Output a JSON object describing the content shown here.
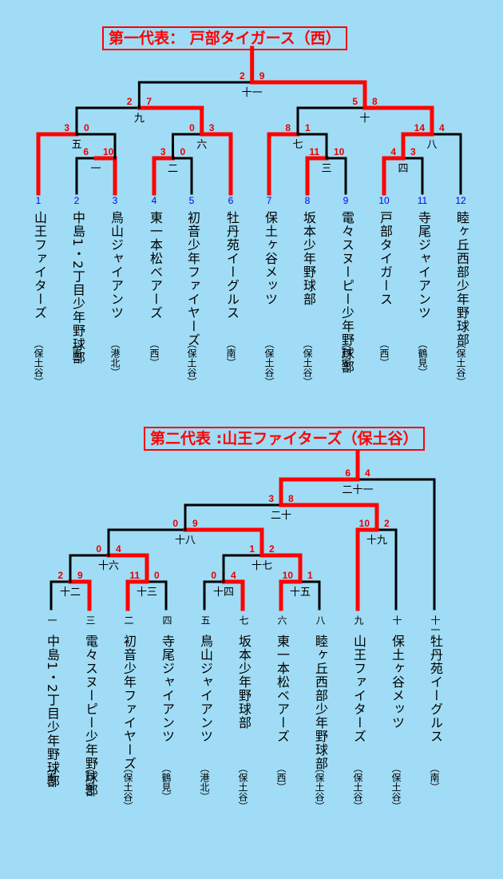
{
  "colors": {
    "background": "#a0dcf5",
    "winner": "#ff0000",
    "line": "#000000",
    "score": "#e60000",
    "number": "#0000ee"
  },
  "section1": {
    "title": "第一代表：  戸部タイガース（西）",
    "teams": [
      {
        "num": "1",
        "name": "山王ファイターズ",
        "district": "（保土谷）"
      },
      {
        "num": "2",
        "name": "中島1・2丁目少年野球部",
        "district": "（南）"
      },
      {
        "num": "3",
        "name": "鳥山ジャイアンツ",
        "district": "（港北）"
      },
      {
        "num": "4",
        "name": "東一本松ベアーズ",
        "district": "（西）"
      },
      {
        "num": "5",
        "name": "初音少年ファイヤーズ",
        "district": "（保土谷）"
      },
      {
        "num": "6",
        "name": "牡丹苑イーグルス",
        "district": "（南）"
      },
      {
        "num": "7",
        "name": "保土ヶ谷メッツ",
        "district": "（保土谷）"
      },
      {
        "num": "8",
        "name": "坂本少年野球部",
        "district": "（保土谷）"
      },
      {
        "num": "9",
        "name": "電々スヌーピー少年野球部",
        "district": "（戸塚）"
      },
      {
        "num": "10",
        "name": "戸部タイガース",
        "district": "（西）"
      },
      {
        "num": "11",
        "name": "寺尾ジャイアンツ",
        "district": "（鶴見）"
      },
      {
        "num": "12",
        "name": "睦ヶ丘西部少年野球部",
        "district": "（保土谷）"
      }
    ],
    "matches": [
      {
        "label": "一",
        "left": "6",
        "right": "10"
      },
      {
        "label": "二",
        "left": "3",
        "right": "0"
      },
      {
        "label": "三",
        "left": "11",
        "right": "10"
      },
      {
        "label": "四",
        "left": "4",
        "right": "3"
      },
      {
        "label": "五",
        "left": "3",
        "right": "0"
      },
      {
        "label": "六",
        "left": "0",
        "right": "3"
      },
      {
        "label": "七",
        "left": "8",
        "right": "1"
      },
      {
        "label": "八",
        "left": "14",
        "right": "4"
      },
      {
        "label": "九",
        "left": "2",
        "right": "7"
      },
      {
        "label": "十",
        "left": "5",
        "right": "8"
      },
      {
        "label": "十一",
        "left": "2",
        "right": "9"
      }
    ]
  },
  "section2": {
    "title": "第二代表 :山王ファイターズ（保土谷）",
    "teams": [
      {
        "seed": "一",
        "name": "中島1・2丁目少年野球部",
        "district": "（南）"
      },
      {
        "seed": "三",
        "name": "電々スヌーピー少年野球部",
        "district": "（戸塚）"
      },
      {
        "seed": "二",
        "name": "初音少年ファイヤーズ",
        "district": "（保土谷）"
      },
      {
        "seed": "四",
        "name": "寺尾ジャイアンツ",
        "district": "（鶴見）"
      },
      {
        "seed": "五",
        "name": "鳥山ジャイアンツ",
        "district": "（港北）"
      },
      {
        "seed": "七",
        "name": "坂本少年野球部",
        "district": "（保土谷）"
      },
      {
        "seed": "六",
        "name": "東一本松ベアーズ",
        "district": "（西）"
      },
      {
        "seed": "八",
        "name": "睦ヶ丘西部少年野球部",
        "district": "（保土谷）"
      },
      {
        "seed": "九",
        "name": "山王ファイターズ",
        "district": "（保土谷）"
      },
      {
        "seed": "十",
        "name": "保土ヶ谷メッツ",
        "district": "（保土谷）"
      },
      {
        "seed": "十一",
        "name": "牡丹苑イーグルス",
        "district": "（南）"
      }
    ],
    "matches": [
      {
        "label": "十二",
        "left": "2",
        "right": "9"
      },
      {
        "label": "十三",
        "left": "11",
        "right": "0"
      },
      {
        "label": "十四",
        "left": "0",
        "right": "4"
      },
      {
        "label": "十五",
        "left": "10",
        "right": "1"
      },
      {
        "label": "十六",
        "left": "0",
        "right": "4"
      },
      {
        "label": "十七",
        "left": "1",
        "right": "2"
      },
      {
        "label": "十八",
        "left": "0",
        "right": "9"
      },
      {
        "label": "十九",
        "left": "10",
        "right": "2"
      },
      {
        "label": "二十",
        "left": "3",
        "right": "8"
      },
      {
        "label": "二十一",
        "left": "6",
        "right": "4"
      }
    ]
  }
}
